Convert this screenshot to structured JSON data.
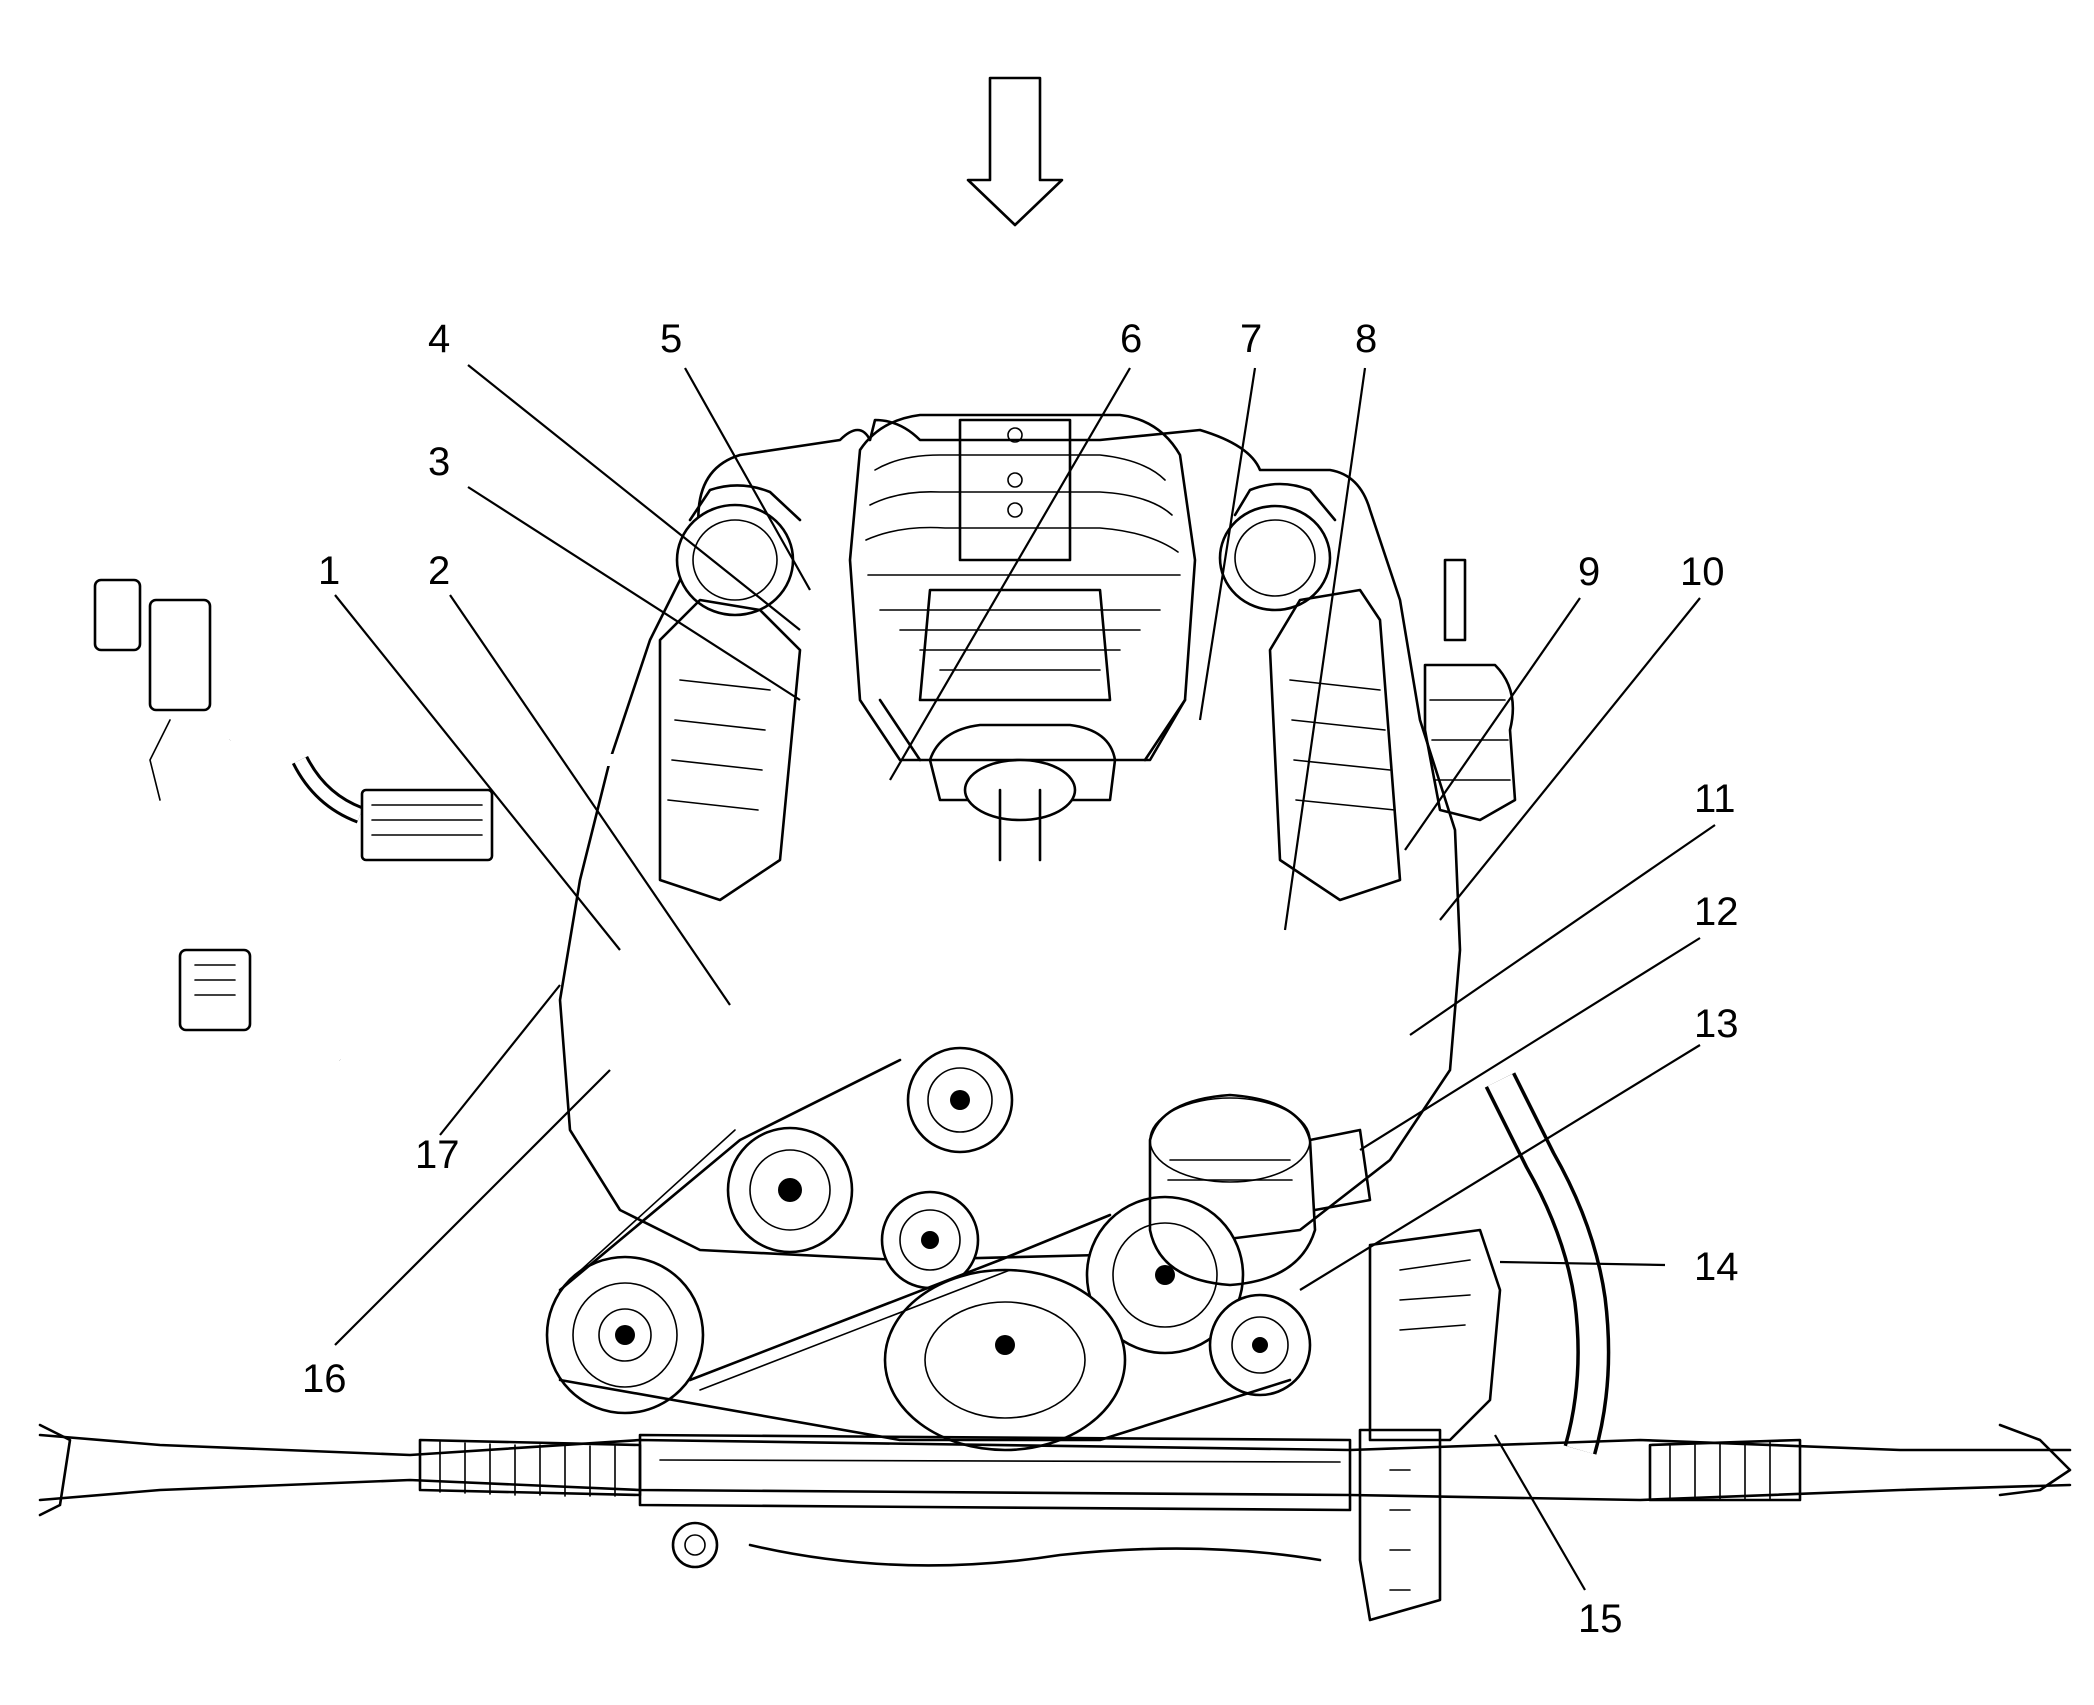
{
  "figure": {
    "view_arrow": "view-direction-arrow",
    "callouts": [
      {
        "num": "1"
      },
      {
        "num": "2"
      },
      {
        "num": "3"
      },
      {
        "num": "4"
      },
      {
        "num": "5"
      },
      {
        "num": "6"
      },
      {
        "num": "7"
      },
      {
        "num": "8"
      },
      {
        "num": "9"
      },
      {
        "num": "10"
      },
      {
        "num": "11"
      },
      {
        "num": "12"
      },
      {
        "num": "13"
      },
      {
        "num": "14"
      },
      {
        "num": "15"
      },
      {
        "num": "16"
      },
      {
        "num": "17"
      }
    ]
  }
}
